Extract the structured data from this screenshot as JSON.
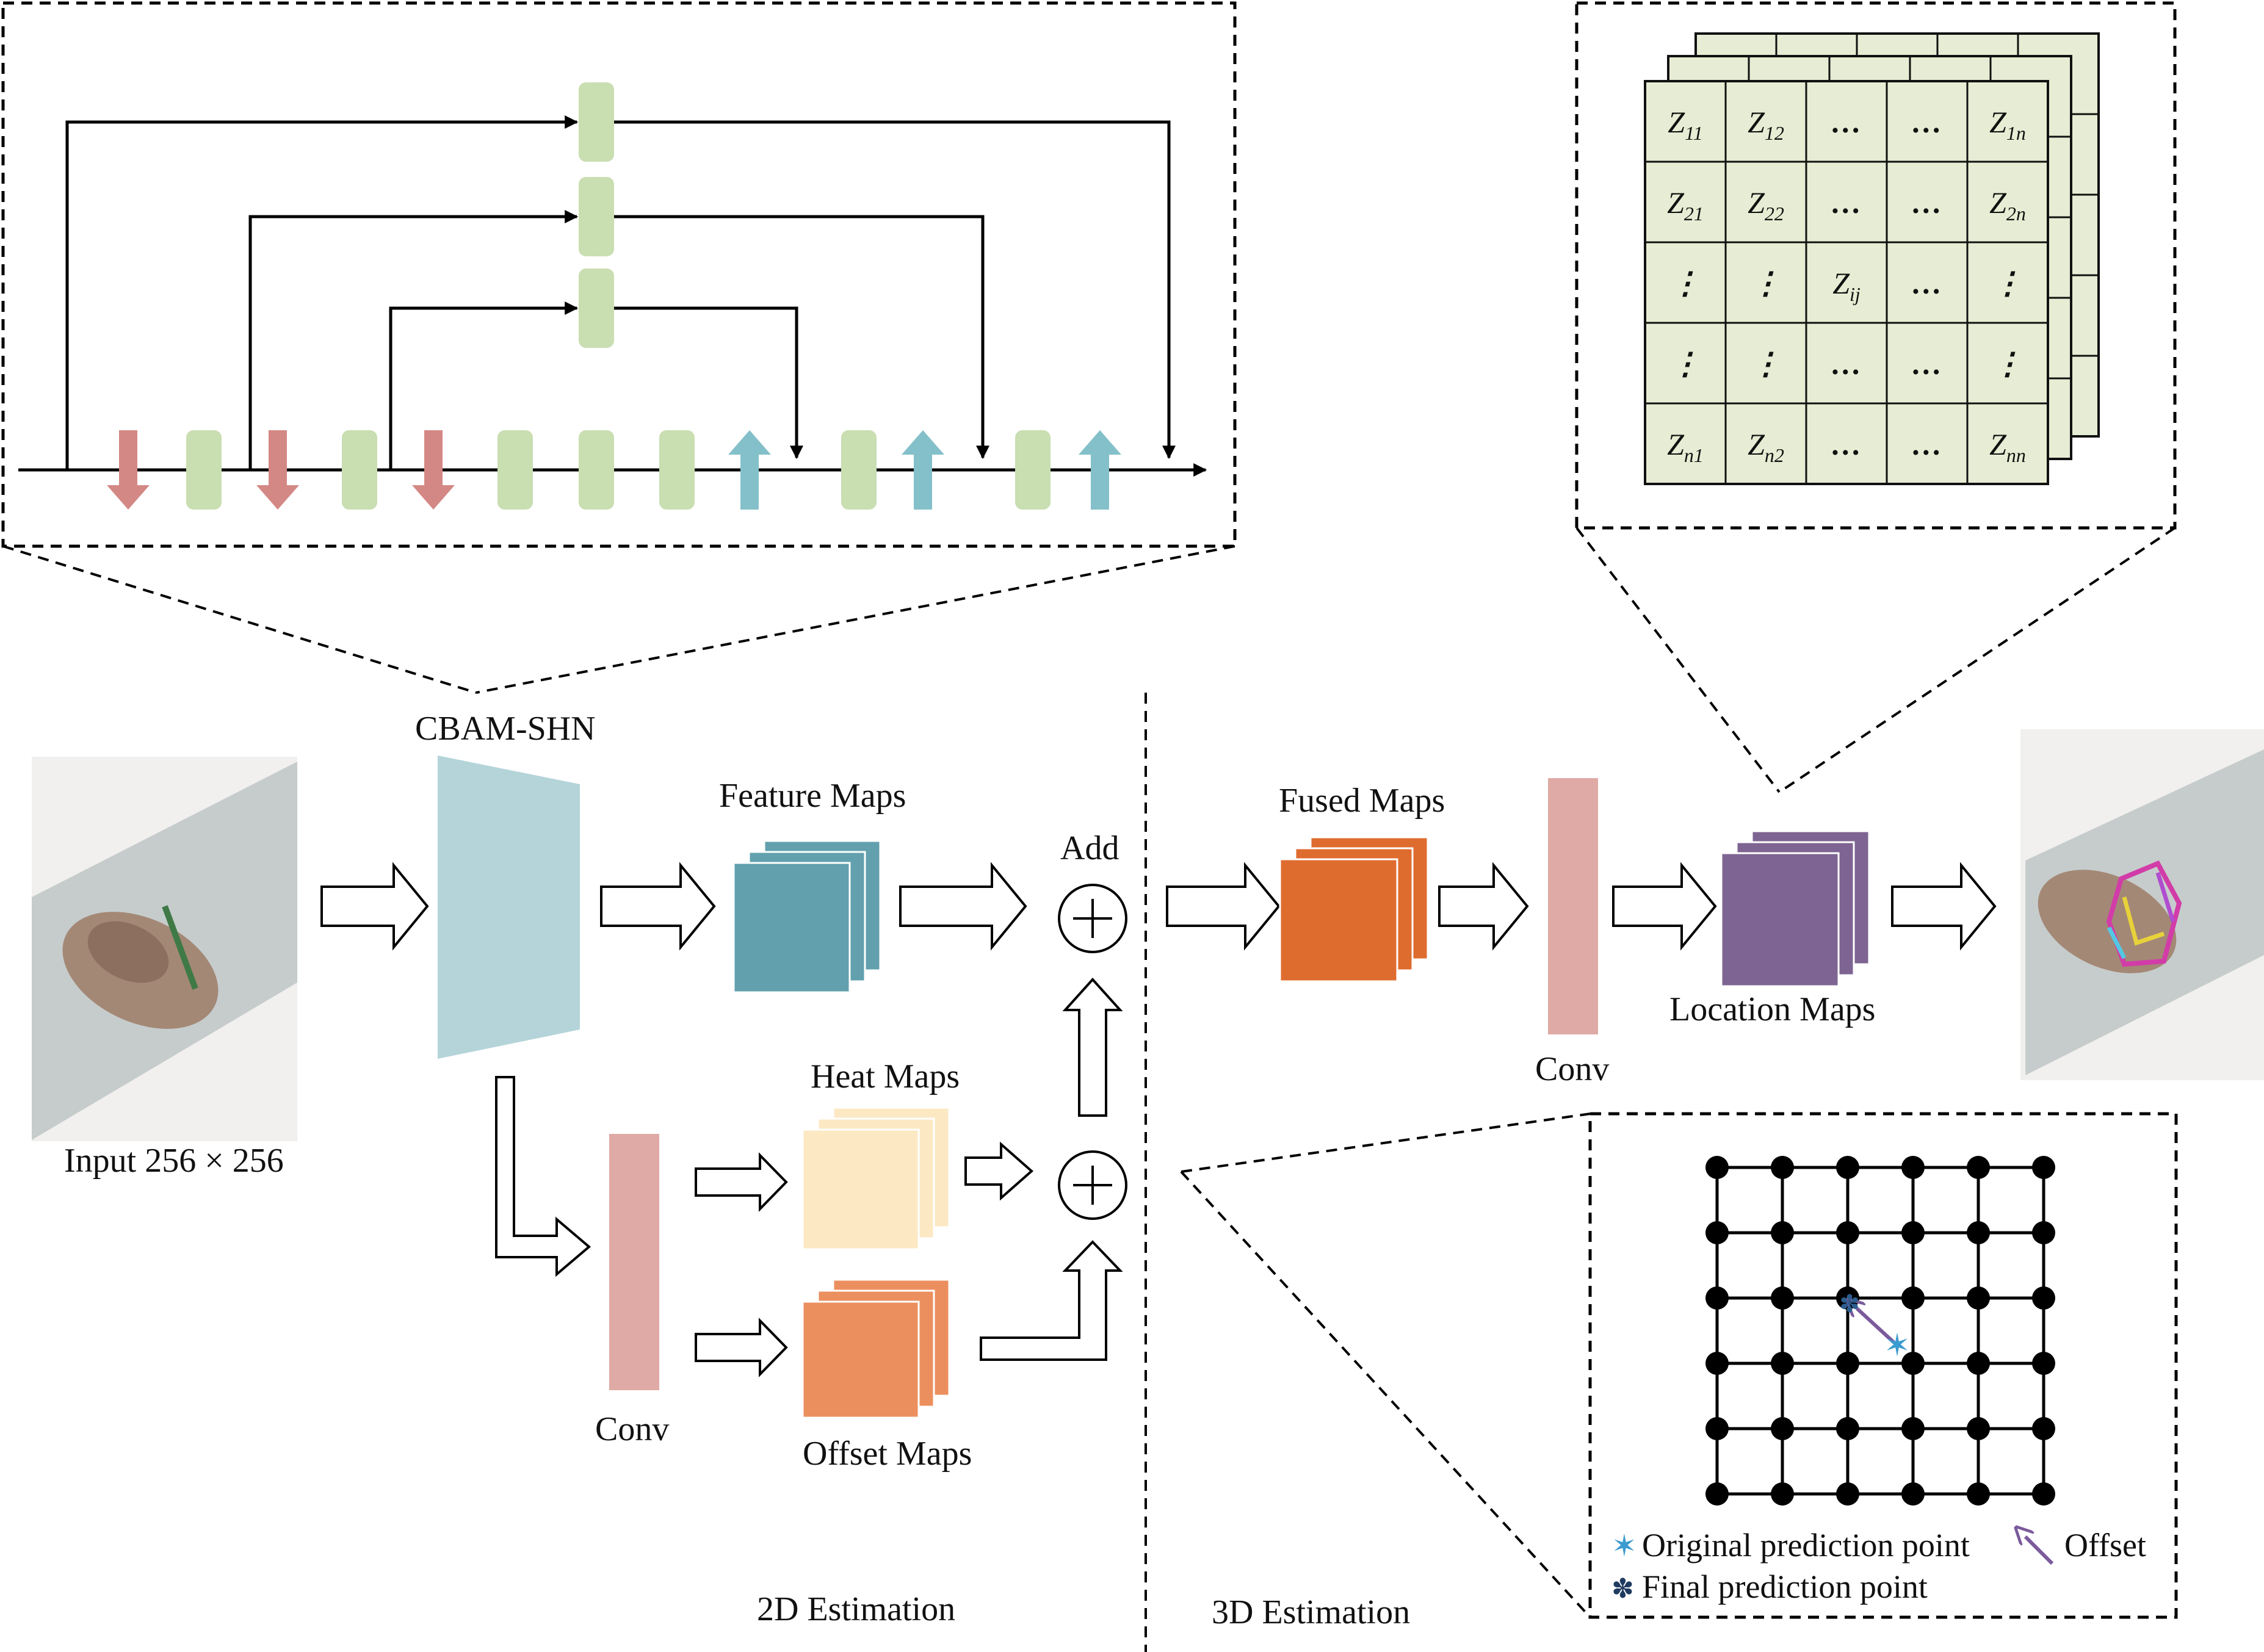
{
  "labels": {
    "input": "Input 256 × 256",
    "cbam_shn": "CBAM-SHN",
    "feature_maps": "Feature Maps",
    "heat_maps": "Heat Maps",
    "offset_maps": "Offset Maps",
    "conv_2d": "Conv",
    "add": "Add",
    "fused_maps": "Fused Maps",
    "conv_3d": "Conv",
    "location_maps": "Location Maps",
    "estimation_2d": "2D Estimation",
    "estimation_3d": "3D Estimation"
  },
  "location_matrix": {
    "cells": [
      [
        "Z11",
        "Z12",
        "…",
        "…",
        "Z1n"
      ],
      [
        "Z21",
        "Z22",
        "…",
        "…",
        "Z2n"
      ],
      [
        "⋮",
        "⋮",
        "Zij",
        "…",
        "⋮"
      ],
      [
        "⋮",
        "⋮",
        "…",
        "…",
        "⋮"
      ],
      [
        "Zn1",
        "Zn2",
        "…",
        "…",
        "Znn"
      ]
    ]
  },
  "legend": {
    "original": "Original prediction point",
    "offset": "Offset",
    "final": "Final prediction point"
  },
  "colors": {
    "feature_maps": "#62A0AE",
    "heat_maps": "#FCE9C4",
    "offset_maps": "#EC8F5E",
    "fused_maps": "#DF6C2F",
    "location_maps": "#7D6492",
    "conv": "#DFAAA5",
    "cbam": "#B4D4DA",
    "module_green": "#C9DEB1",
    "down_arrow": "#D48885",
    "up_arrow": "#84C0C9",
    "matrix_fill": "#E6EDD4"
  }
}
